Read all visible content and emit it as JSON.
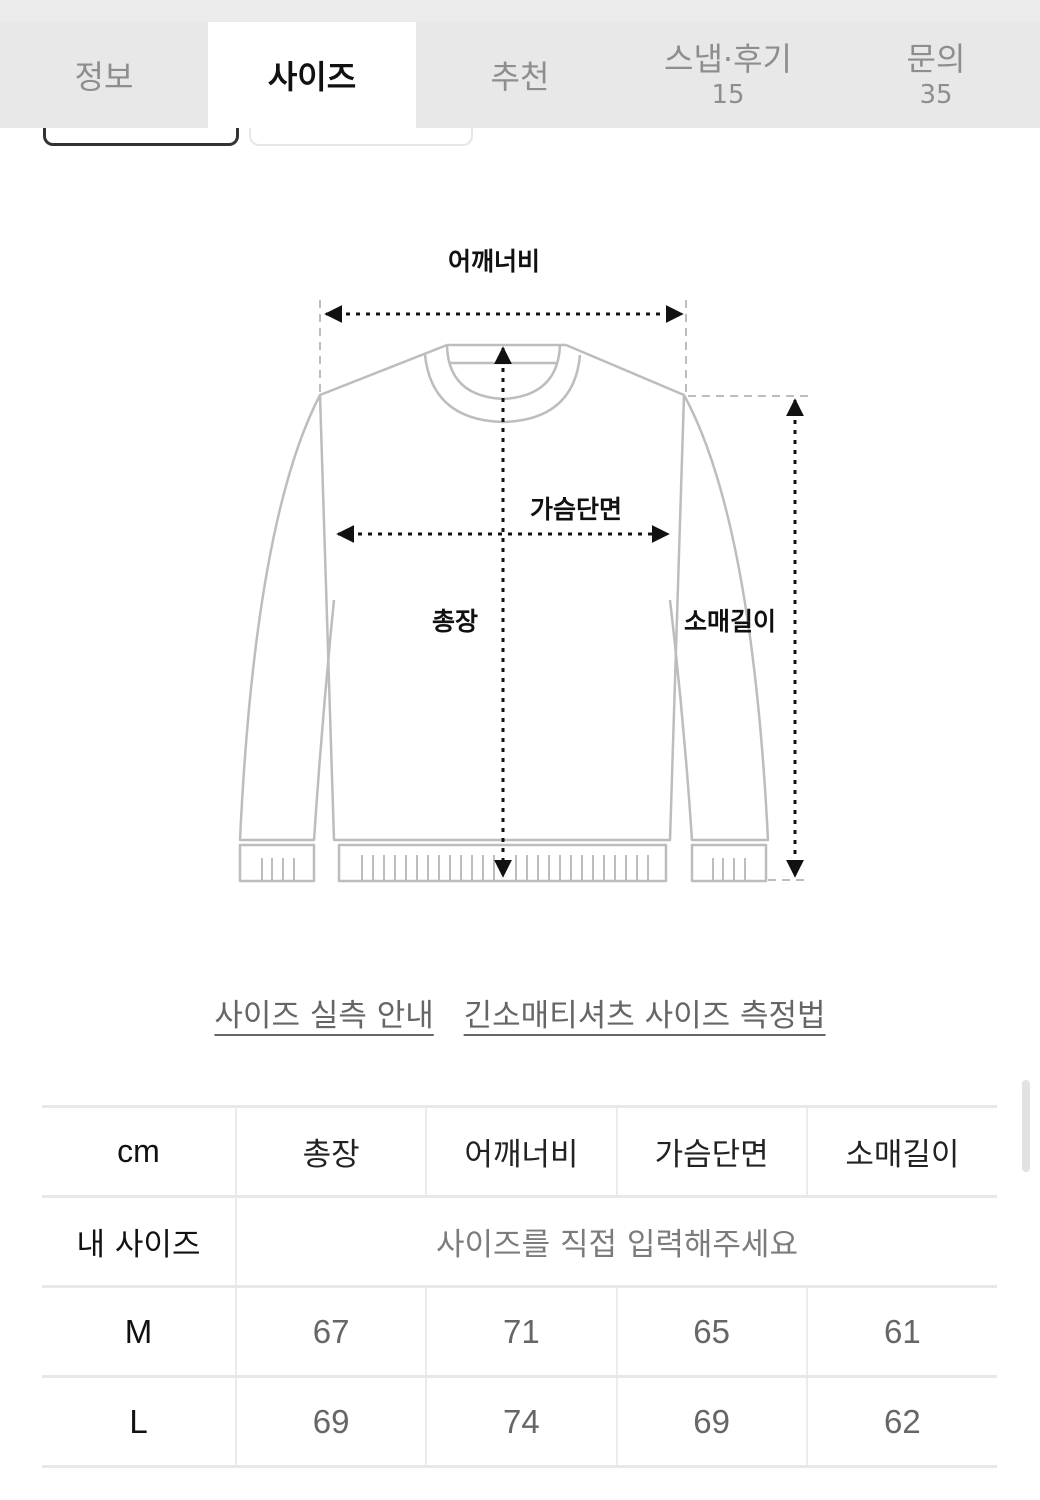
{
  "tabs": [
    {
      "label": "정보",
      "count": null,
      "active": false
    },
    {
      "label": "사이즈",
      "count": null,
      "active": true
    },
    {
      "label": "추천",
      "count": null,
      "active": false
    },
    {
      "label": "스냅·후기",
      "count": "15",
      "active": false
    },
    {
      "label": "문의",
      "count": "35",
      "active": false
    }
  ],
  "diagram": {
    "shoulder_label": "어깨너비",
    "chest_label": "가슴단면",
    "length_label": "총장",
    "sleeve_label": "소매길이",
    "line_color": "#bdbdbd",
    "arrow_color": "#111111"
  },
  "links": {
    "measured_guide": "사이즈 실측 안내",
    "measure_method": "긴소매티셔츠 사이즈 측정법"
  },
  "size_table": {
    "headers": [
      "cm",
      "총장",
      "어깨너비",
      "가슴단면",
      "소매길이"
    ],
    "my_size": {
      "label": "내 사이즈",
      "placeholder": "사이즈를 직접 입력해주세요"
    },
    "rows": [
      {
        "size": "M",
        "values": [
          "67",
          "71",
          "65",
          "61"
        ]
      },
      {
        "size": "L",
        "values": [
          "69",
          "74",
          "69",
          "62"
        ]
      }
    ]
  }
}
